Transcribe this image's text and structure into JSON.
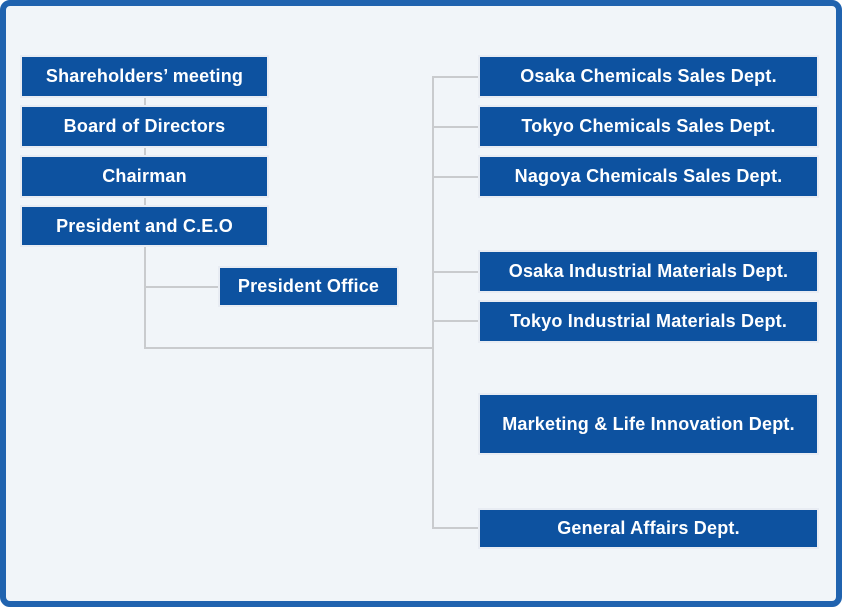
{
  "palette": {
    "box_blue": "#0d52a0",
    "frame_blue": "#2063af",
    "canvas_background": "#f1f5f9",
    "connector_gray": "#c9cbce",
    "box_text": "#ffffff"
  },
  "org_chart": {
    "governance_chain": [
      "Shareholders’ meeting",
      "Board of Directors",
      "Chairman",
      "President and C.E.O"
    ],
    "staff_office": "President Office",
    "departments": [
      "Osaka Chemicals Sales Dept.",
      "Tokyo Chemicals Sales Dept.",
      "Nagoya Chemicals Sales Dept.",
      "Osaka Industrial Materials Dept.",
      "Tokyo Industrial Materials Dept.",
      "Marketing & Life Innovation Dept.",
      "General Affairs Dept."
    ]
  }
}
